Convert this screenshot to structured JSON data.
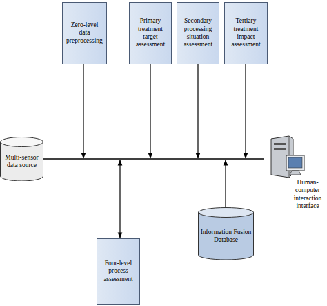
{
  "diagram": {
    "nodes": [
      {
        "text": [
          "Zero-level data preprocessing"
        ]
      },
      {
        "text": [
          "Primary treatment target assessment"
        ]
      },
      {
        "text": [
          "Secondary processing situation assessment"
        ]
      },
      {
        "text": [
          "Tertiary treatment impact assessment"
        ]
      },
      {
        "text": [
          "Multi-sensor data source"
        ]
      },
      {
        "text": [
          "Human-computer interaction interface"
        ]
      },
      {
        "text": [
          "Information Fusion Database"
        ]
      },
      {
        "text": [
          "Four-level process assessment"
        ]
      }
    ],
    "edges": [
      {
        "from": 4,
        "to": 5,
        "arrow": "none"
      }
    ]
  }
}
